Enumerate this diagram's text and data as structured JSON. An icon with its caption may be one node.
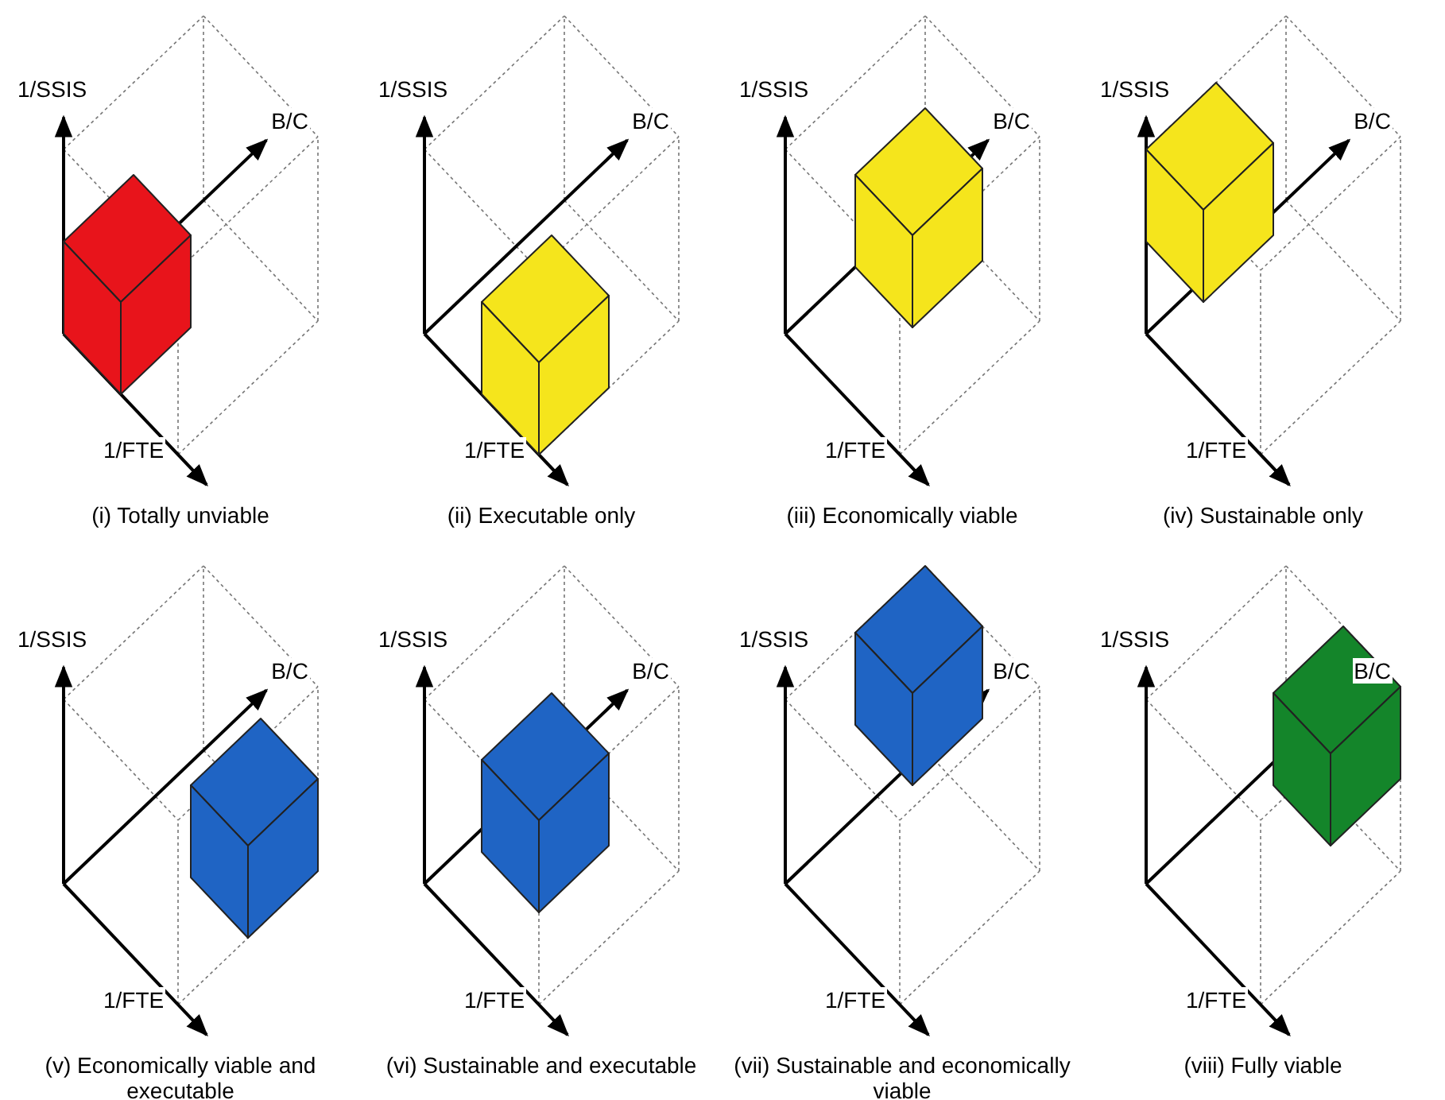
{
  "diagram": {
    "labels": [
      "1/SSIS",
      "B/C",
      "1/FTE",
      "(i) Totally unviable",
      "1/SSIS",
      "B/C",
      "1/FTE",
      "(ii) Executable only",
      "1/SSIS",
      "B/C",
      "1/FTE",
      "(iii) Economically viable",
      "1/SSIS",
      "B/C",
      "1/FTE",
      "(iv) Sustainable only",
      "1/SSIS",
      "B/C",
      "1/FTE",
      "(v) Economically viable and executable",
      "1/SSIS",
      "B/C",
      "1/FTE",
      "(vi) Sustainable and executable",
      "1/SSIS",
      "B/C",
      "1/FTE",
      "(vii) Sustainable and economically viable",
      "1/SSIS",
      "B/C",
      "1/FTE",
      "(viii) Fully viable"
    ]
  }
}
